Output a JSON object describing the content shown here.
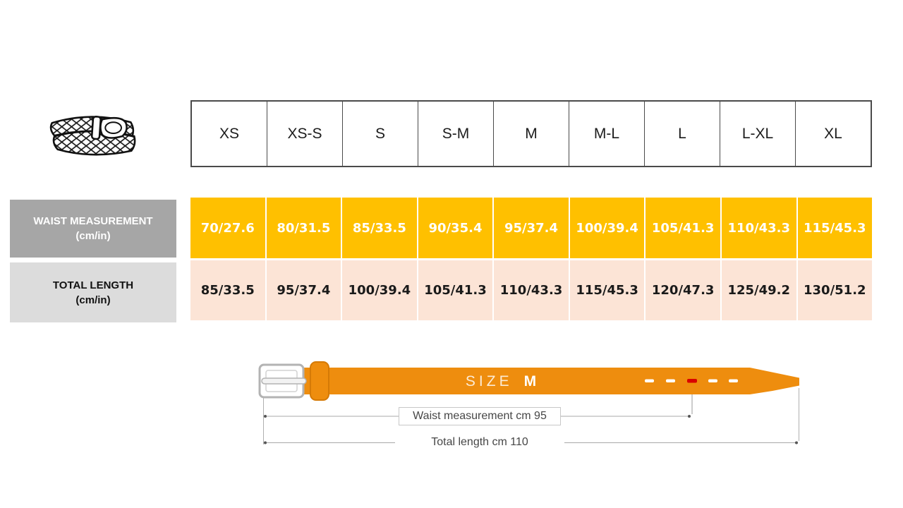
{
  "size_chart": {
    "sizes": [
      "XS",
      "XS-S",
      "S",
      "S-M",
      "M",
      "M-L",
      "L",
      "L-XL",
      "XL"
    ],
    "rows": {
      "waist": {
        "label_line1": "WAIST MEASUREMENT",
        "label_line2": "(cm/in)",
        "values": [
          "70/27.6",
          "80/31.5",
          "85/33.5",
          "90/35.4",
          "95/37.4",
          "100/39.4",
          "105/41.3",
          "110/43.3",
          "115/45.3"
        ]
      },
      "length": {
        "label_line1": "TOTAL LENGTH",
        "label_line2": "(cm/in)",
        "values": [
          "85/33.5",
          "95/37.4",
          "100/39.4",
          "105/41.3",
          "110/43.3",
          "115/45.3",
          "120/47.3",
          "125/49.2",
          "130/51.2"
        ]
      }
    }
  },
  "diagram": {
    "size_label": "SIZE",
    "size_value": "M",
    "waist_caption": "Waist measurement cm 95",
    "length_caption": "Total length cm 110"
  },
  "icons": {
    "belt_illustration": "braided-belt-icon"
  },
  "colors": {
    "waist_row_yellow": "#FFC000",
    "length_row_peach": "#FCE4D6",
    "waist_label_gray": "#A6A6A6",
    "length_label_gray": "#DCDCDC",
    "belt_orange": "#EE8D0E",
    "marked_hole_red": "#D90000"
  }
}
